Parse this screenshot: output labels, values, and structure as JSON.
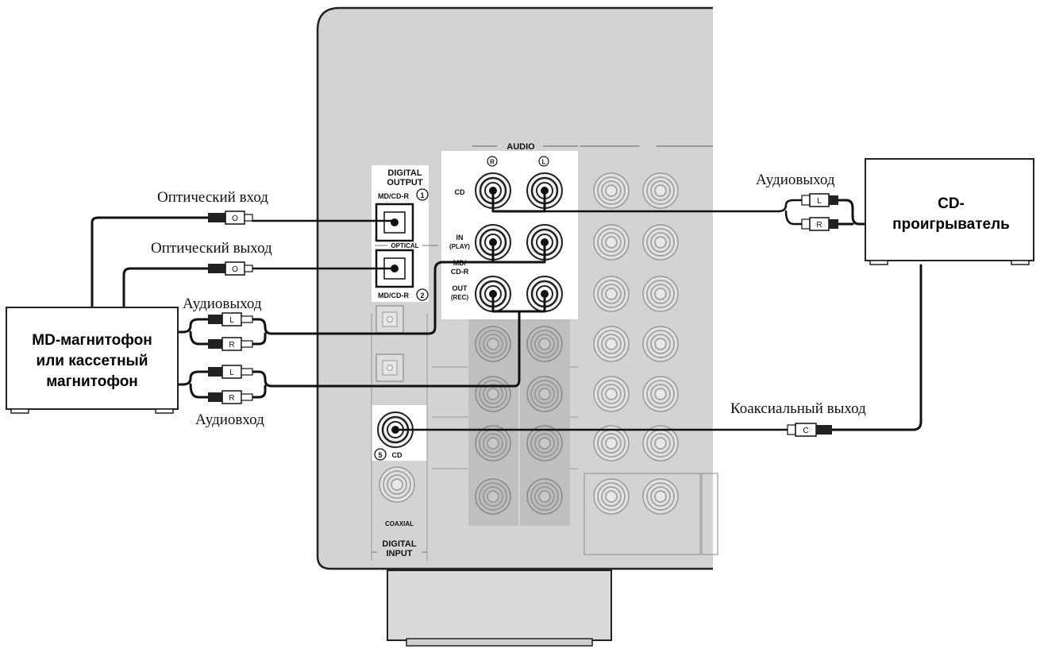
{
  "receiver": {
    "audio_label": "AUDIO",
    "channel_r": "R",
    "channel_l": "L",
    "digital_output": [
      "DIGITAL",
      "OUTPUT"
    ],
    "md_cdr_1": "MD/CD-R",
    "num_1": "1",
    "optical": "OPTICAL",
    "md_cdr_2": "MD/CD-R",
    "num_2": "2",
    "row_cd": "CD",
    "row_in": [
      "IN",
      "(PLAY)"
    ],
    "row_md": [
      "MD/",
      "CD-R"
    ],
    "row_out": [
      "OUT",
      "(REC)"
    ],
    "num_5": "5",
    "coax_cd": "CD",
    "coaxial": "COAXIAL",
    "digital_input": [
      "DIGITAL",
      "INPUT"
    ]
  },
  "md_recorder": {
    "lines": [
      "MD-магнитофон",
      "или кассетный",
      "магнитофон"
    ]
  },
  "cd_player": {
    "lines": [
      "CD-",
      "проигрыватель"
    ]
  },
  "captions": {
    "optical_in": "Оптический вход",
    "optical_out": "Оптический выход",
    "audio_out_left": "Аудиовыход",
    "audio_in_left": "Аудиовход",
    "audio_out_right": "Аудиовыход",
    "coax_out": "Коаксиальный выход"
  },
  "plugs": {
    "optical": "O",
    "left": "L",
    "right": "R",
    "coaxial": "C"
  }
}
